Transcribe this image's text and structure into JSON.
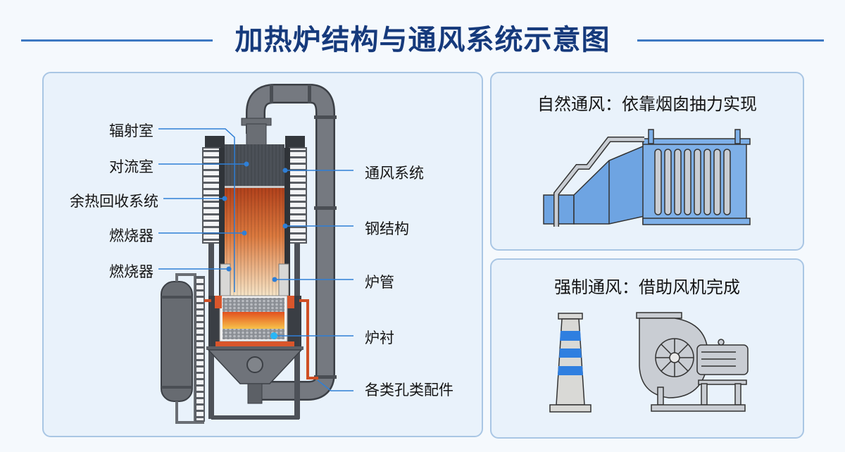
{
  "title": "加热炉结构与通风系统示意图",
  "furnace": {
    "left_labels": [
      "辐射室",
      "对流室",
      "余热回收系统",
      "燃烧器",
      "燃烧器"
    ],
    "right_labels": [
      "通风系统",
      "钢结构",
      "炉管",
      "炉衬",
      "各类孔类配件"
    ]
  },
  "natural_draft": {
    "title": "自然通风：依靠烟囱抽力实现"
  },
  "forced_draft": {
    "title": "强制通风：借助风机完成"
  },
  "colors": {
    "title": "#163a7c",
    "accent": "#3d78c2",
    "leader": "#2f7fd6"
  }
}
